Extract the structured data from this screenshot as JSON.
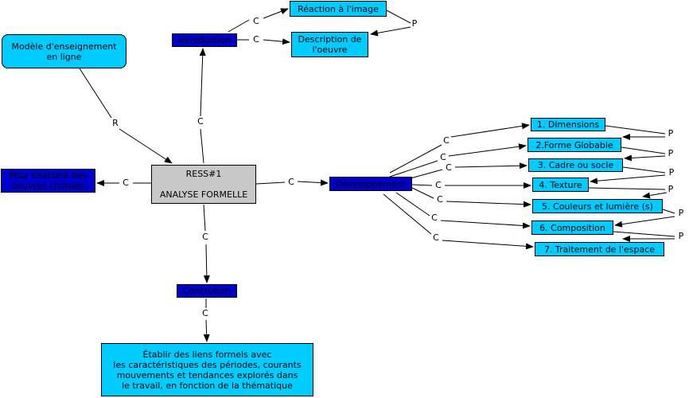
{
  "nodes": {
    "modele": "Modèle d'enseignement\nen ligne",
    "ress": "RESS#1\n\nANALYSE FORMELLE",
    "introduction": "Introduction",
    "reaction": "Réaction à l'image",
    "description": "Description de\nl'oeuvre",
    "pour_chacune": "Pour chacune des\noeuvres choisies",
    "developpement": "Développement",
    "dimensions": "1. Dimensions",
    "forme": "2.Forme Globable",
    "cadre": "3. Cadre ou socle",
    "texture": "4. Texture",
    "couleurs": "5. Couleurs et lumière (s)",
    "composition": "6. Composition",
    "traitement": "7. Traitement de l'espace",
    "conclusion": "Conclusion",
    "etablir": "Établir des liens formels avec\nles caractéristiques des périodes, courants\nmouvements et tendances explorés dans\nle travail, en fonction de la thématique"
  },
  "link_labels": {
    "r": "R",
    "c": "C",
    "p": "P"
  },
  "colors": {
    "cyan": "#00ccff",
    "blue": "#0000cc",
    "gray": "#c8c8c8"
  }
}
